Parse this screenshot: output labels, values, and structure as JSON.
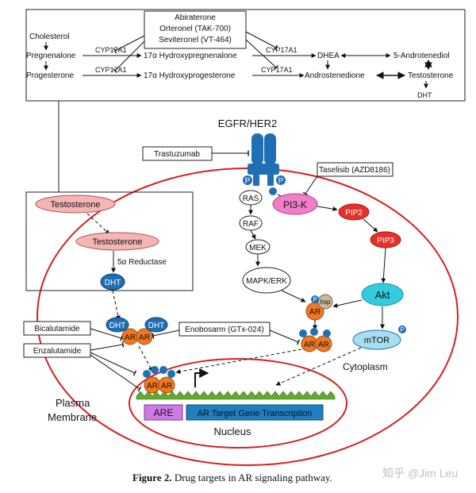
{
  "synthesis": {
    "drug_box_lines": [
      "Abiraterone",
      "Orteronel (TAK-700)",
      "Seviteronel (VT-464)"
    ],
    "cholesterol": "Cholesterol",
    "pregnenalone": "Pregnenalone",
    "progesterone": "Progesterone",
    "cyp_label": "CYP17A1",
    "hydroxypregnenalone": "17α Hydroxypregnenalone",
    "hydroxyprogesterone": "17α Hydroxyprogesterone",
    "dhea": "DHEA",
    "androstenedione": "Androstenedione",
    "androtenediol": "5-Androtenediol",
    "testosterone": "Testosterone",
    "dht": "DHT"
  },
  "receptor": {
    "egfr_label": "EGFR/HER2",
    "trastuzumab": "Trastuzumab",
    "taselisib": "Taselisib (AZD8186)",
    "p": "P"
  },
  "pathway": {
    "ras": "RAS",
    "raf": "RAF",
    "mek": "MEK",
    "mapk": "MAPK/ERK",
    "pi3k": "PI3-K",
    "pip2": "PIP2",
    "pip3": "PIP3",
    "akt": "Akt",
    "mtor": "mTOR",
    "hsp": "hsp",
    "ar": "AR",
    "cytoplasm": "Cytoplasm"
  },
  "conversion": {
    "testosterone_1": "Testosterone",
    "testosterone_2": "Testosterone",
    "reductase": "5α Reductase",
    "dht": "DHT"
  },
  "drugs": {
    "bicalutamide": "Bicalutamide",
    "enzalutamide": "Enzalutamide",
    "enobosarm": "Enobosarm (GTx-024)"
  },
  "nucleus": {
    "are": "ARE",
    "ar_target": "AR Target Gene Transcription",
    "label": "Nucleus",
    "plasma_line1": "Plasma",
    "plasma_line2": "Membrane"
  },
  "caption": {
    "prefix": "Figure 2.",
    "text": " Drug targets in AR signaling pathway."
  },
  "watermark": "知乎 @Jim Leu",
  "colors": {
    "membrane_red": "#d62020",
    "ar_orange": "#f07820",
    "dht_blue": "#1f6fb5",
    "pi3k_pink": "#f07fc8",
    "pip_red": "#e8302a",
    "akt_cyan": "#33cbe0",
    "are_magenta": "#d07ae8",
    "ar_target_blue": "#1f7fc0",
    "dna_green": "#62a832",
    "testosterone_pink": "#f5b5b5"
  }
}
